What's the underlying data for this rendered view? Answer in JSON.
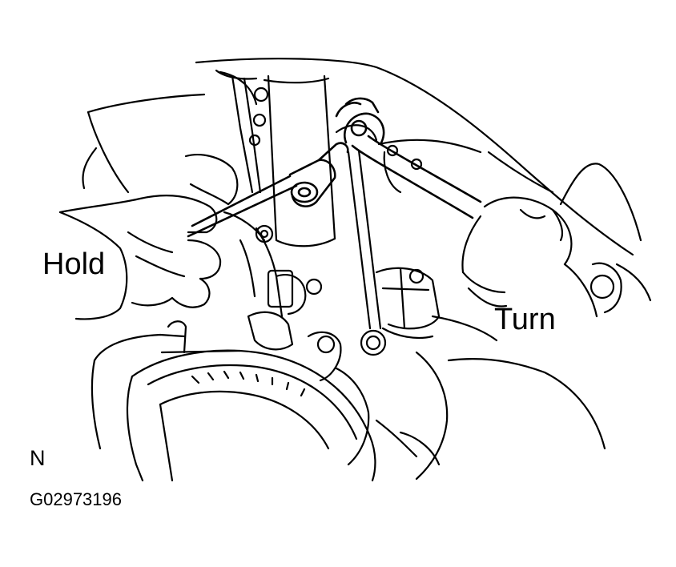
{
  "colors": {
    "ink": "#000000",
    "paper": "#ffffff"
  },
  "labels": {
    "hold": "Hold",
    "turn": "Turn",
    "orientation": "N",
    "figure_code": "G02973196"
  }
}
